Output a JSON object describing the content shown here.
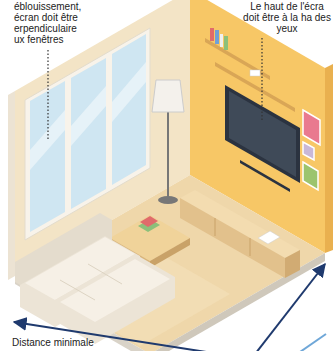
{
  "diagram": {
    "labels": [
      "éblouissement, écran doit être erpendiculaire ux fenêtres",
      "Le haut de l'écra doit être à la ha des yeux",
      "Distance minimale"
    ]
  }
}
